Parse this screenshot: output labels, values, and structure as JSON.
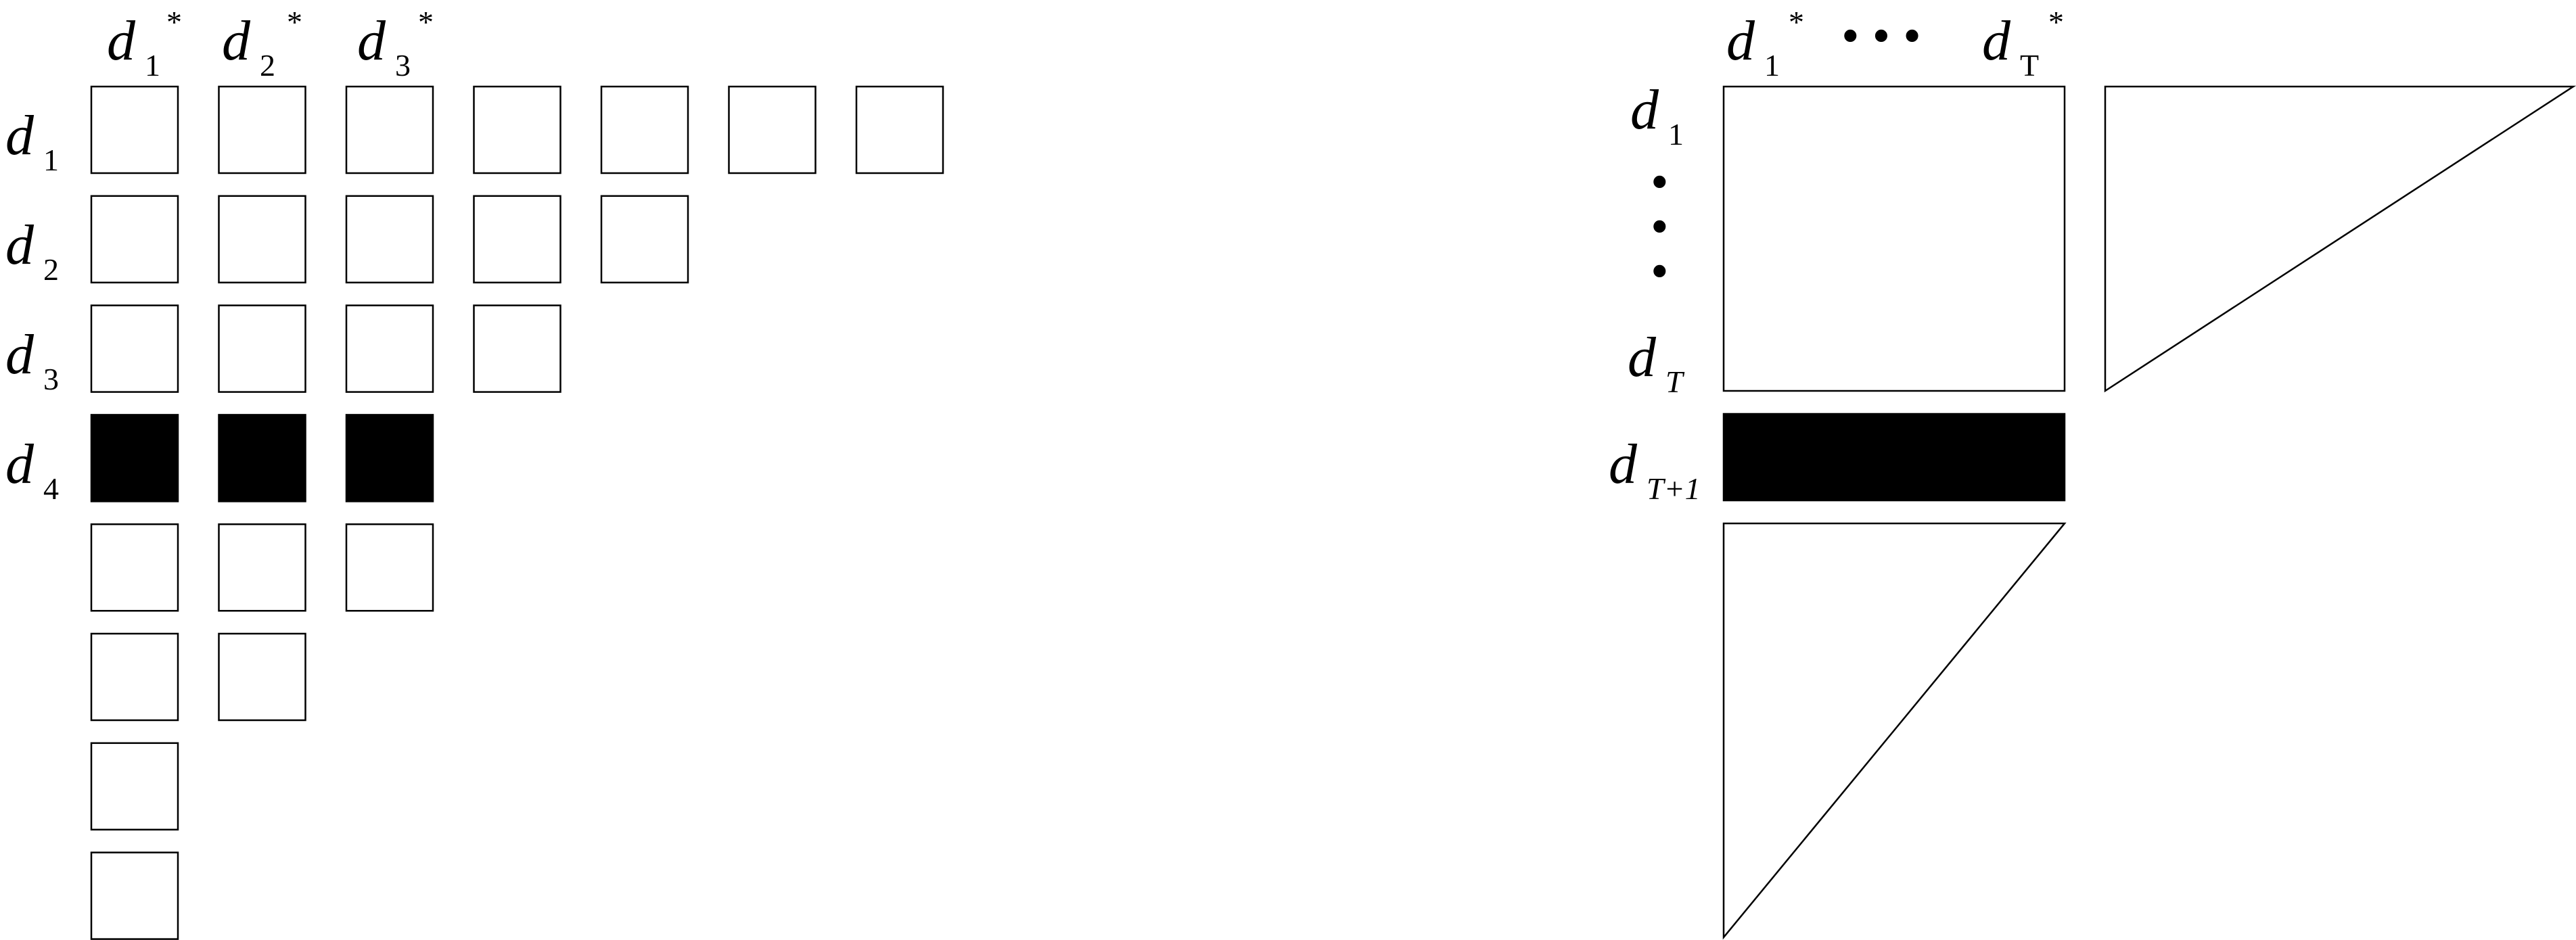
{
  "left_panel": {
    "column_headers": [
      {
        "base": "d",
        "sub": "1",
        "sup": "*"
      },
      {
        "base": "d",
        "sub": "2",
        "sup": "*"
      },
      {
        "base": "d",
        "sub": "3",
        "sup": "*"
      }
    ],
    "row_labels": [
      {
        "base": "d",
        "sub": "1"
      },
      {
        "base": "d",
        "sub": "2"
      },
      {
        "base": "d",
        "sub": "3"
      },
      {
        "base": "d",
        "sub": "4"
      }
    ],
    "row_box_counts": [
      7,
      5,
      4,
      3,
      3,
      2,
      1,
      1
    ],
    "filled_row": 3
  },
  "right_panel": {
    "column_headers": {
      "first": {
        "base": "d",
        "sub": "1",
        "sup": "*"
      },
      "ellipsis": "• • •",
      "last": {
        "base": "d",
        "sub": "T",
        "sup": "*"
      }
    },
    "row_labels": {
      "first": {
        "base": "d",
        "sub": "1"
      },
      "vertical_ellipsis": "•",
      "last": {
        "base": "d",
        "sub": "T"
      },
      "extra": {
        "base": "d",
        "sub": "T+1"
      }
    }
  },
  "colors": {
    "stroke": "#000000",
    "fill": "#000000",
    "background": "#ffffff"
  }
}
